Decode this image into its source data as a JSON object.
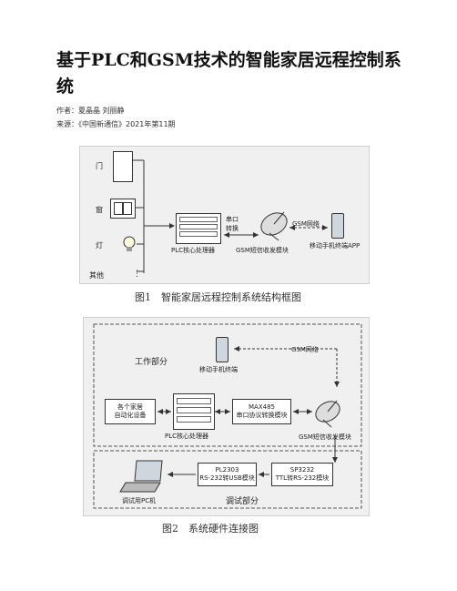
{
  "doc": {
    "title": "基于PLC和GSM技术的智能家居远程控制系统",
    "authors": "作者：夏晶晶 刘丽静",
    "source": "来源：《中国新通信》2021年第11期"
  },
  "fig1": {
    "caption": "图1　智能家居远程控制系统结构框图",
    "devices": [
      "门",
      "窗",
      "灯",
      "其他"
    ],
    "plc_label": "PLC核心处理器",
    "serial_label_1": "串口",
    "serial_label_2": "转换",
    "gsm_module_label": "GSM短信收发模块",
    "gsm_network_label": "GSM网络",
    "phone_label": "移动手机终端APP"
  },
  "fig2": {
    "caption": "图2　系统硬件连接图",
    "work_label": "工作部分",
    "gsm_network_label": "GSM网络",
    "phone_label": "移动手机终端",
    "home_devices": "各个家居\n自动化设备",
    "max_label": "MAX485\n串口协议转换模块",
    "plc_label": "PLC核心处理器",
    "gsm_module_label": "GSM短信收发模块",
    "pl_label": "PL2303\nRS-232转USB模块",
    "sp_label": "SP3232\nTTL转RS-232模块",
    "pc_label": "调试用PC机",
    "debug_label": "调试部分"
  }
}
